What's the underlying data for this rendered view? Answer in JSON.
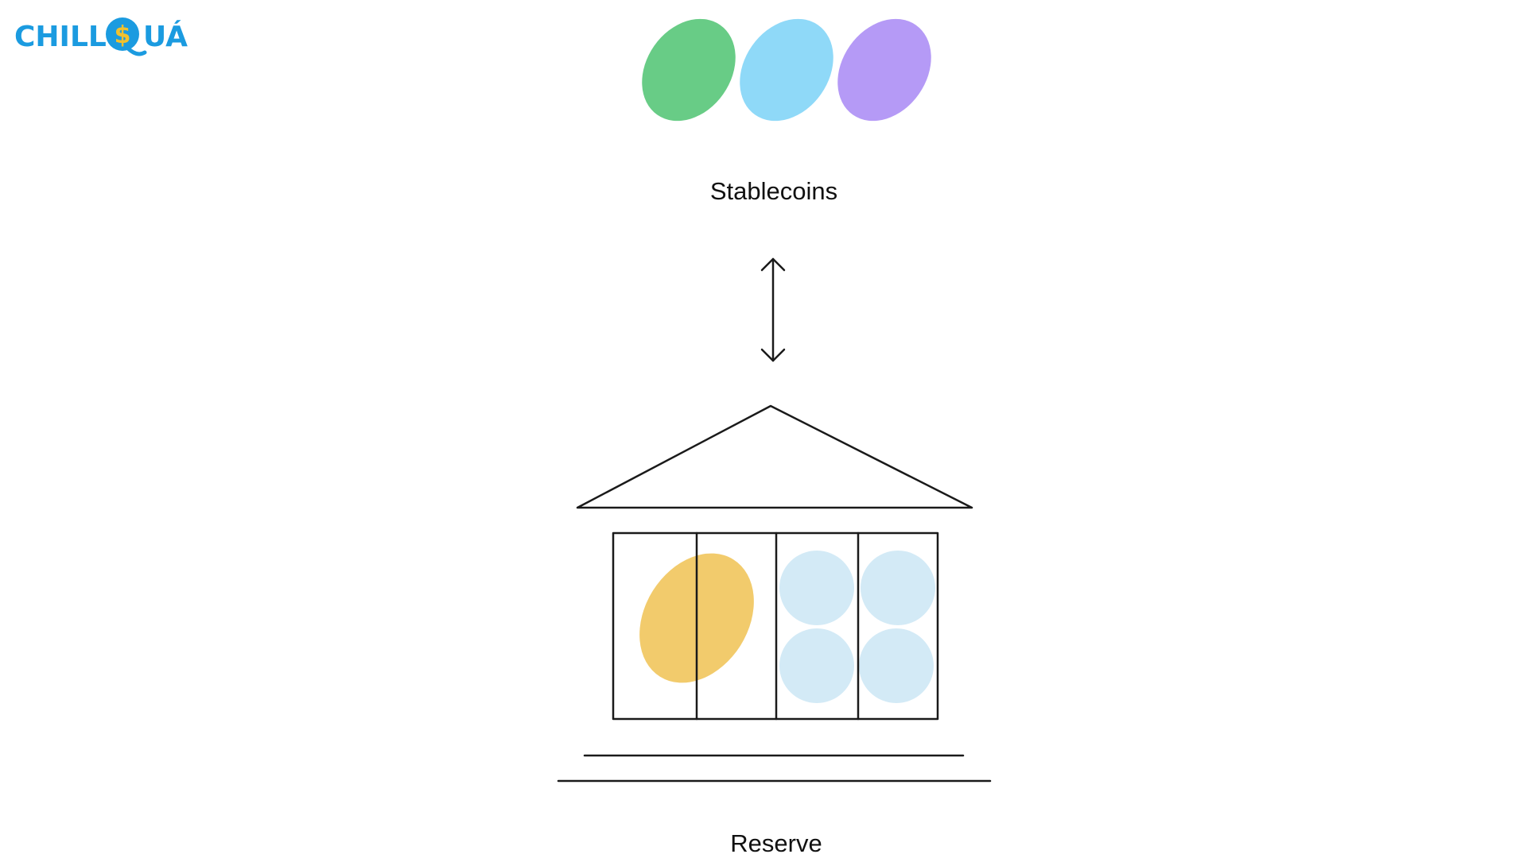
{
  "logo": {
    "text_left": "CHILL",
    "text_right": "UÁ",
    "symbol": "$",
    "text_color": "#1b9be0",
    "symbol_color": "#f2c12e"
  },
  "stablecoins": {
    "label": "Stablecoins",
    "coins": [
      {
        "name": "green",
        "color": "#68cc86"
      },
      {
        "name": "blue",
        "color": "#8fd9f8"
      },
      {
        "name": "purple",
        "color": "#b59af6"
      }
    ]
  },
  "arrow": {
    "icon": "double-arrow-vertical-icon"
  },
  "reserve": {
    "label": "Reserve",
    "icon": "bank-building-icon",
    "assets": [
      {
        "name": "gold-coin",
        "color": "#f2cb6c"
      },
      {
        "name": "light-blue-coin",
        "color": "#d3eaf6"
      }
    ]
  }
}
